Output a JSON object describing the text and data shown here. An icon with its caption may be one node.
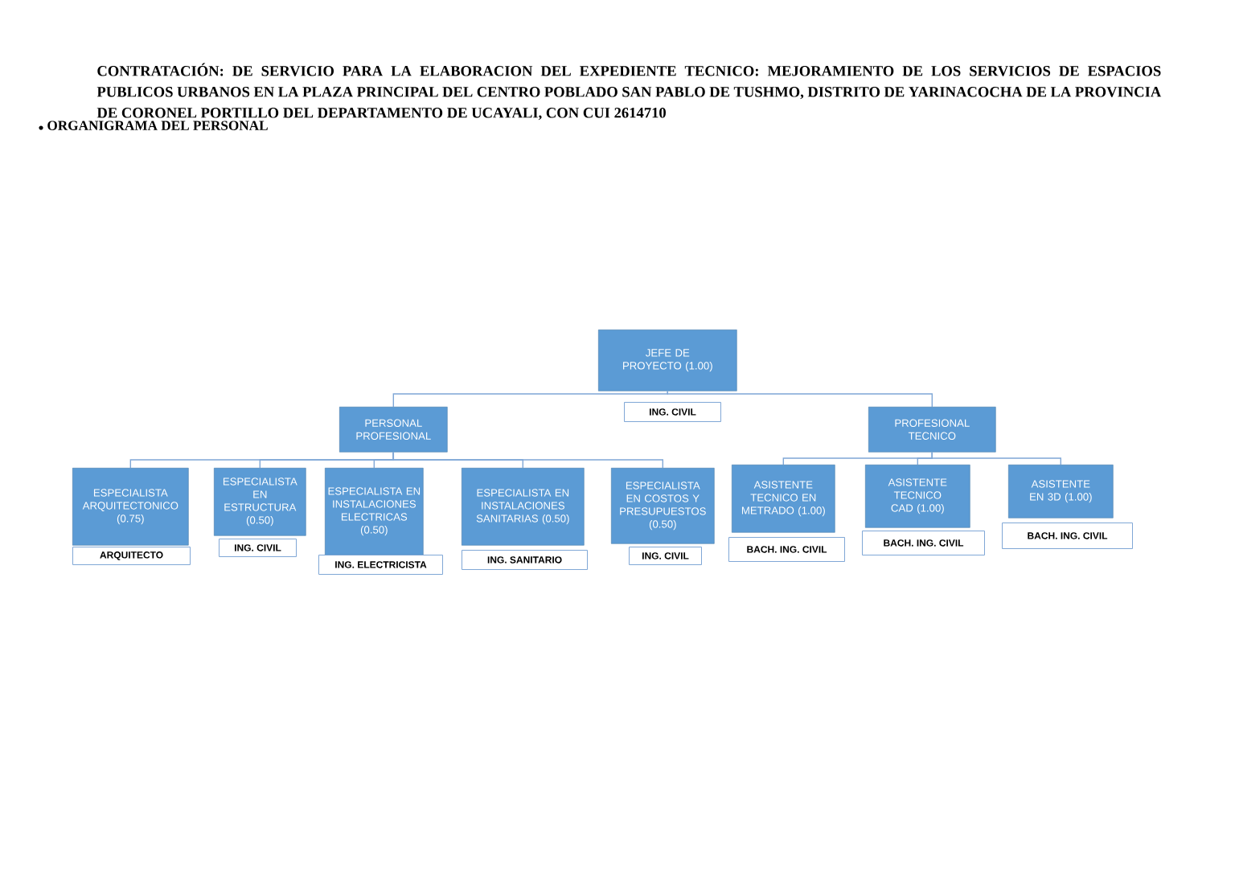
{
  "diagram": {
    "title": "CONTRATACIÓN: DE SERVICIO PARA LA ELABORACION DEL EXPEDIENTE TECNICO: MEJORAMIENTO DE LOS SERVICIOS DE ESPACIOS PUBLICOS URBANOS EN LA PLAZA PRINCIPAL DEL CENTRO POBLADO SAN PABLO DE TUSHMO, DISTRITO DE YARINACOCHA DE LA PROVINCIA DE CORONEL PORTILLO DEL DEPARTAMENTO DE UCAYALI, CON CUI 2614710",
    "nodes": [
      {
        "text": [
          "JEFE DE PROYECTO (1.00)"
        ],
        "beside": [
          "ING. CIVIL"
        ]
      },
      {
        "text": [
          "PERSONAL PROFESIONAL"
        ]
      },
      {
        "text": [
          "PROFESIONAL TECNICO"
        ]
      },
      {
        "text": [
          "ESPECIALISTA ARQUITECTONICO (0.75)"
        ],
        "beside": [
          "ARQUITECTO"
        ]
      },
      {
        "text": [
          "ESPECIALISTA EN ESTRUCTURA (0.50)"
        ],
        "beside": [
          "ING. CIVIL"
        ]
      },
      {
        "text": [
          "ESPECIALISTA EN INSTALACIONES ELECTRICAS (0.50)"
        ],
        "beside": [
          "ING. ELECTRICISTA"
        ]
      },
      {
        "text": [
          "ESPECIALISTA EN INSTALACIONES SANITARIAS (0.50)"
        ],
        "beside": [
          "ING. SANITARIO"
        ]
      },
      {
        "text": [
          "ESPECIALISTA EN COSTOS Y PRESUPUESTOS (0.50)"
        ],
        "beside": [
          "ING. CIVIL"
        ]
      },
      {
        "text": [
          "ASISTENTE TECNICO EN METRADO (1.00)"
        ],
        "beside": [
          "BACH. ING. CIVIL"
        ]
      },
      {
        "text": [
          "ASISTENTE TECNICO CAD (1.00)"
        ],
        "beside": [
          "BACH. ING. CIVIL"
        ]
      },
      {
        "text": [
          "ASISTENTE EN 3D (1.00)"
        ],
        "beside": [
          "BACH. ING. CIVIL"
        ]
      }
    ],
    "edges": [
      {
        "from": 0,
        "to": 1,
        "arrow": "none"
      },
      {
        "from": 0,
        "to": 2,
        "arrow": "none"
      },
      {
        "from": 1,
        "to": 3,
        "arrow": "none"
      },
      {
        "from": 1,
        "to": 4,
        "arrow": "none"
      },
      {
        "from": 1,
        "to": 5,
        "arrow": "none"
      },
      {
        "from": 1,
        "to": 6,
        "arrow": "none"
      },
      {
        "from": 1,
        "to": 7,
        "arrow": "none"
      },
      {
        "from": 2,
        "to": 8,
        "arrow": "none"
      },
      {
        "from": 2,
        "to": 9,
        "arrow": "none"
      },
      {
        "from": 2,
        "to": 10,
        "arrow": "none"
      }
    ],
    "labels": [
      "ORGANIGRAMA DEL PERSONAL"
    ]
  }
}
